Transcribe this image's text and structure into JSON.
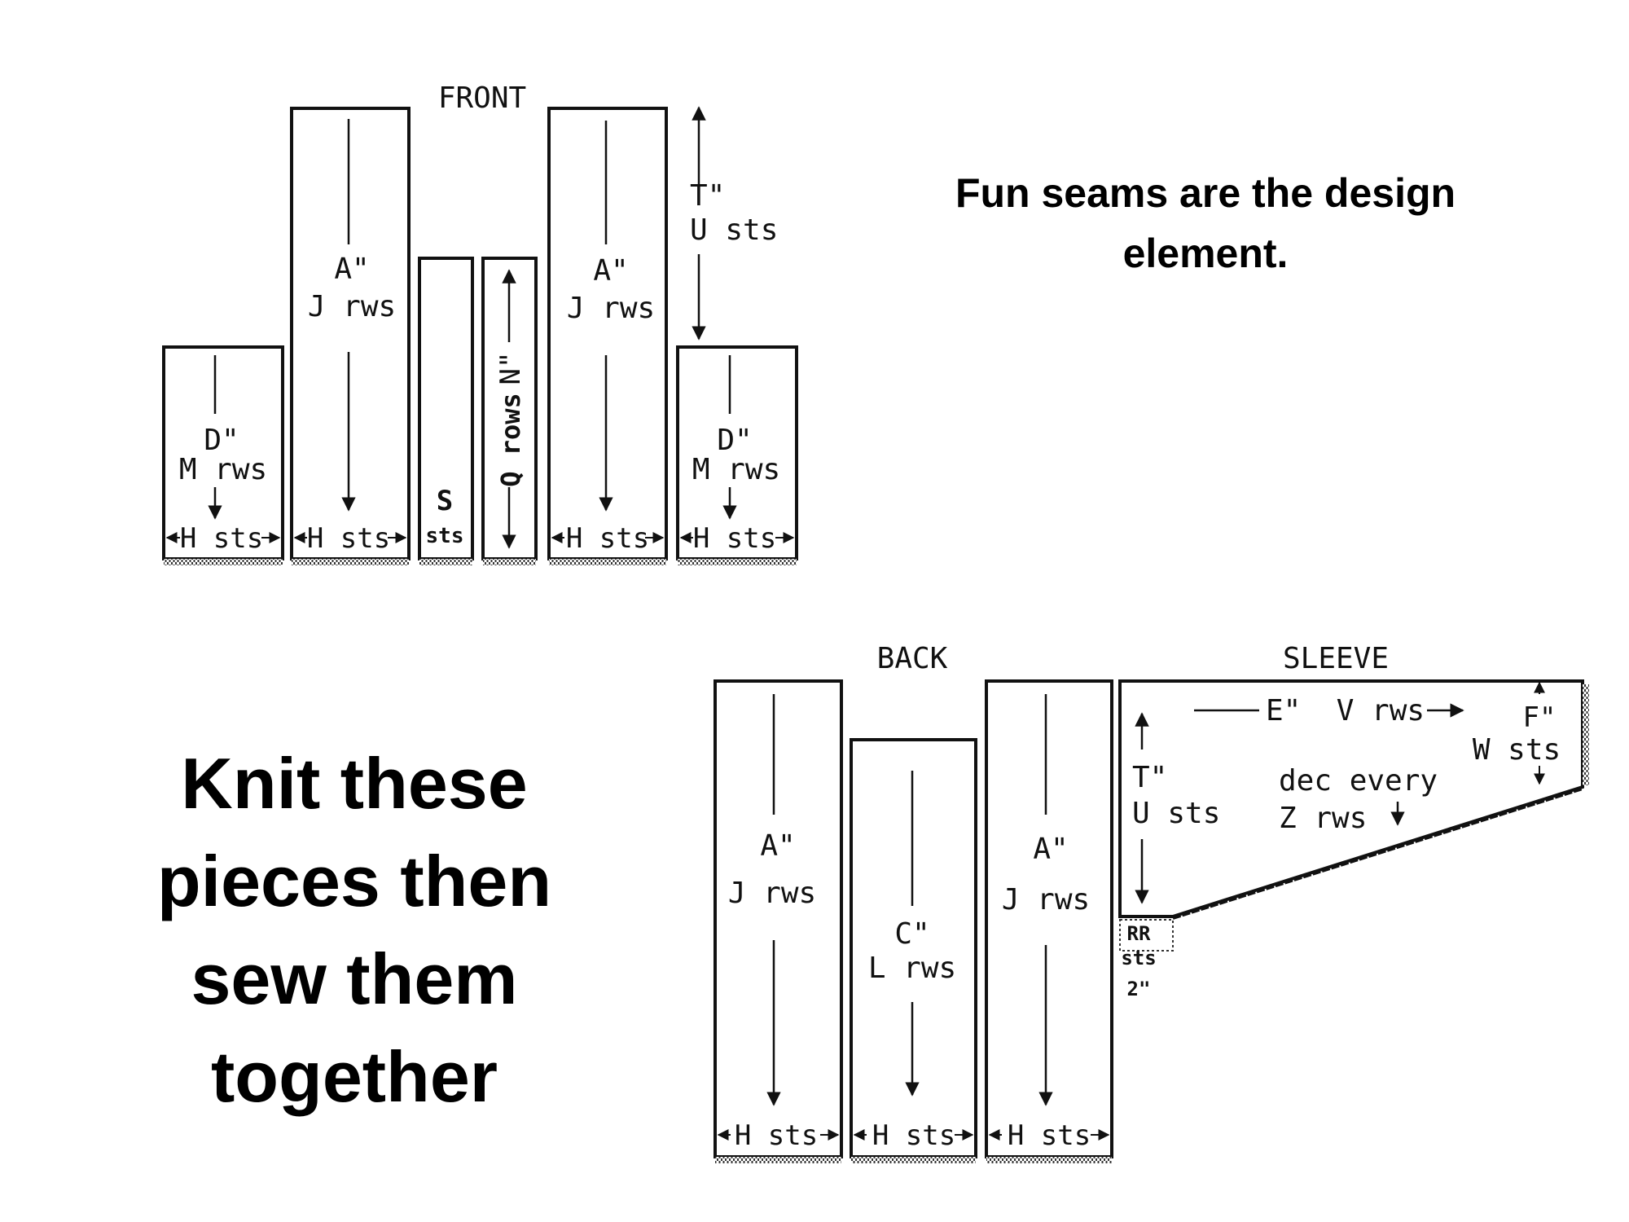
{
  "captions": {
    "top_right": "Fun seams are the design element.",
    "left": [
      "Knit these",
      "pieces then",
      "sew them",
      "together"
    ]
  },
  "front": {
    "title": "FRONT",
    "panel_a": {
      "size": "A\"",
      "rows": "J rws",
      "sts": "H sts"
    },
    "panel_d": {
      "size": "D\"",
      "rows": "M rws",
      "sts": "H sts"
    },
    "panel_s": {
      "count": "S",
      "unit": "sts"
    },
    "panel_n": {
      "label": "N\"",
      "rows": "Q rows"
    },
    "t_measure": {
      "size": "T\"",
      "sts": "U sts"
    }
  },
  "back": {
    "title": "BACK",
    "panel_a": {
      "size": "A\"",
      "rows": "J rws",
      "sts": "H sts"
    },
    "panel_c": {
      "size": "C\"",
      "rows": "L rws",
      "sts": "H sts"
    }
  },
  "sleeve": {
    "title": "SLEEVE",
    "length": "E\"  V rws",
    "cuff_size": "F\"",
    "cuff_sts": "W sts",
    "top_size": "T\"",
    "top_sts": "U sts",
    "dec_line1": "dec every",
    "dec_line2": "Z rws",
    "rr_line1": "RR",
    "rr_line2": "sts",
    "rr_line3": "2\""
  }
}
